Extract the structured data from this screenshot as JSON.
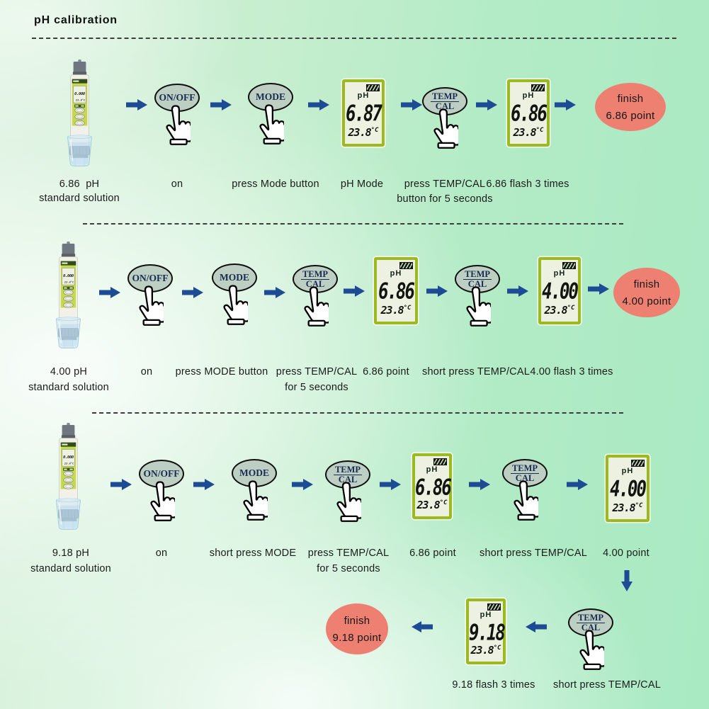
{
  "title": "pH calibration",
  "button_labels": {
    "on_off": "ON/OFF",
    "mode": "MODE",
    "temp": "TEMP",
    "cal": "CAL"
  },
  "lcd_common": {
    "ph_label": "pH",
    "temp_value": "23.8",
    "temp_unit": "°C"
  },
  "device": {
    "screen_value": "0.000",
    "screen_temp": "23.8°C"
  },
  "icons": {
    "battery": "battery-icon",
    "pressing_hand": "pressing-hand-icon",
    "flow_arrow": "flow-arrow-icon"
  },
  "colors": {
    "arrow": "#1d4b94",
    "button_fill": "#bccfc2",
    "lcd_border": "#9cba1e",
    "lcd_bg": "#edf1e1",
    "finish_fill": "#ee8072",
    "device_green": "#c7da49",
    "background_mint": "#a9eac3"
  },
  "rows": [
    {
      "solution_label": [
        "6.86  pH",
        "standard solution"
      ],
      "steps": [
        {
          "type": "button",
          "button": "on_off",
          "caption": [
            "on"
          ]
        },
        {
          "type": "button",
          "button": "mode",
          "caption": [
            "press Mode button"
          ]
        },
        {
          "type": "lcd",
          "value": "6.87",
          "caption": [
            "pH Mode"
          ]
        },
        {
          "type": "button",
          "button": "temp_cal",
          "caption": [
            "press TEMP/CAL",
            "button for 5 seconds"
          ]
        },
        {
          "type": "lcd",
          "value": "6.86",
          "caption": [
            "6.86 flash 3 times"
          ]
        },
        {
          "type": "finish",
          "lines": [
            "finish",
            "6.86 point"
          ]
        }
      ]
    },
    {
      "solution_label": [
        "4.00 pH",
        "standard solution"
      ],
      "steps": [
        {
          "type": "button",
          "button": "on_off",
          "caption": [
            "on"
          ]
        },
        {
          "type": "button",
          "button": "mode",
          "caption": [
            "press MODE button"
          ]
        },
        {
          "type": "button",
          "button": "temp_cal",
          "caption": [
            "press TEMP/CAL",
            "for 5 seconds"
          ]
        },
        {
          "type": "lcd",
          "value": "6.86",
          "caption": [
            "6.86 point"
          ]
        },
        {
          "type": "button",
          "button": "temp_cal",
          "caption": [
            "short press TEMP/CAL"
          ]
        },
        {
          "type": "lcd",
          "value": "4.00",
          "caption": [
            "4.00 flash 3 times"
          ]
        },
        {
          "type": "finish",
          "lines": [
            "finish",
            "4.00 point"
          ]
        }
      ]
    },
    {
      "solution_label": [
        "9.18 pH",
        "standard solution"
      ],
      "steps": [
        {
          "type": "button",
          "button": "on_off",
          "caption": [
            "on"
          ]
        },
        {
          "type": "button",
          "button": "mode",
          "caption": [
            "short press MODE"
          ]
        },
        {
          "type": "button",
          "button": "temp_cal",
          "caption": [
            "press TEMP/CAL",
            "for 5 seconds"
          ]
        },
        {
          "type": "lcd",
          "value": "6.86",
          "caption": [
            "6.86 point"
          ]
        },
        {
          "type": "button",
          "button": "temp_cal",
          "caption": [
            "short press TEMP/CAL"
          ]
        },
        {
          "type": "lcd",
          "value": "4.00",
          "caption": [
            "4.00 point"
          ]
        }
      ]
    },
    {
      "solution_label": null,
      "steps": [
        {
          "type": "button",
          "button": "temp_cal",
          "caption": [
            "short press TEMP/CAL"
          ]
        },
        {
          "type": "lcd",
          "value": "9.18",
          "caption": [
            "9.18 flash 3 times"
          ]
        },
        {
          "type": "finish",
          "lines": [
            "finish",
            "9.18 point"
          ]
        }
      ]
    }
  ]
}
